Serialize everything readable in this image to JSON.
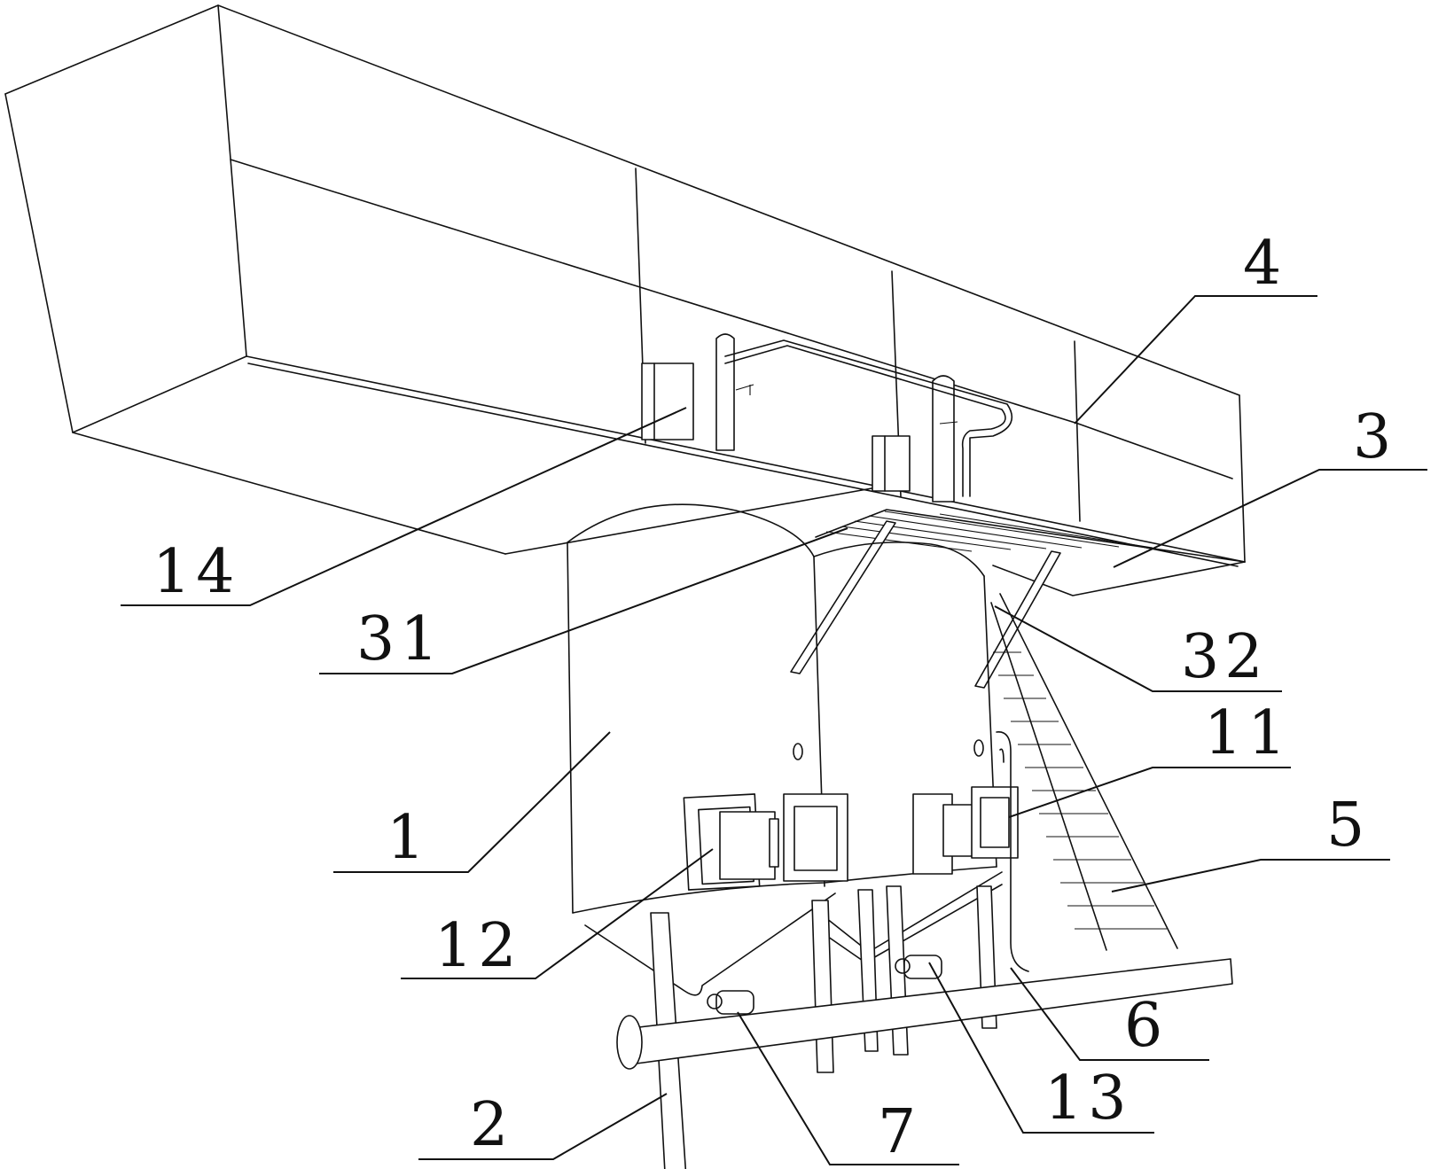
{
  "figure": {
    "labels": [
      {
        "id": "4",
        "text": "4"
      },
      {
        "id": "3",
        "text": "3"
      },
      {
        "id": "14",
        "text": "14"
      },
      {
        "id": "31",
        "text": "31"
      },
      {
        "id": "32",
        "text": "32"
      },
      {
        "id": "11",
        "text": "11"
      },
      {
        "id": "5",
        "text": "5"
      },
      {
        "id": "1",
        "text": "1"
      },
      {
        "id": "12",
        "text": "12"
      },
      {
        "id": "6",
        "text": "6"
      },
      {
        "id": "13",
        "text": "13"
      },
      {
        "id": "2",
        "text": "2"
      },
      {
        "id": "7",
        "text": "7"
      }
    ]
  },
  "colors": {
    "stroke": "#111111",
    "background": "#ffffff"
  }
}
